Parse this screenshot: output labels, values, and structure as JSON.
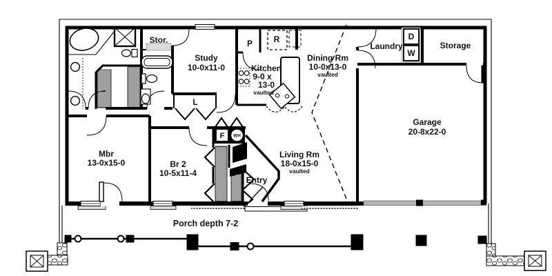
{
  "plan": {
    "background": "#ffffff",
    "wall_color": "#000000",
    "garage_door_color": "#b3b3b3",
    "rooms": {
      "stor": {
        "label": "Stor."
      },
      "study": {
        "label": "Study",
        "dims": "10-0x11-0"
      },
      "kitchen": {
        "label": "Kitchen",
        "dims1": "9-0 x",
        "dims2": "13-0",
        "note": "vaulted"
      },
      "dining": {
        "label": "Dining Rm",
        "dims": "10-0x13-0",
        "note": "vaulted"
      },
      "laundry": {
        "label": "Laundry"
      },
      "storage": {
        "label": "Storage"
      },
      "garage": {
        "label": "Garage",
        "dims": "20-8x22-0"
      },
      "mbr": {
        "label": "Mbr",
        "dims": "13-0x15-0"
      },
      "br2": {
        "label": "Br 2",
        "dims": "10-5x11-4"
      },
      "living": {
        "label": "Living Rm",
        "dims": "18-0x15-0",
        "note": "vaulted"
      },
      "entry": {
        "label": "Entry"
      },
      "porch": {
        "label": "Porch depth 7-2"
      }
    },
    "symbols": {
      "pantry": "P",
      "refrigerator": "R",
      "linen": "L",
      "furnace": "F",
      "water_heater": "WH",
      "dryer": "D",
      "washer": "W"
    }
  }
}
